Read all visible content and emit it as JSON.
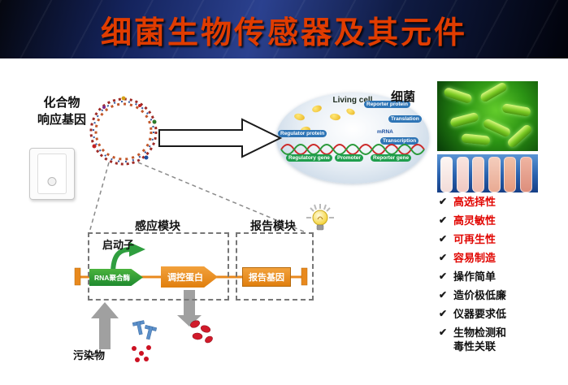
{
  "title": "细菌生物传感器及其元件",
  "left_panel": {
    "compound_line1": "化合物",
    "compound_line2": "响应基因"
  },
  "cell": {
    "bacteria_label": "细菌",
    "title": "Living cell",
    "regulator_protein": "Regulator protein",
    "reporter_protein": "Reporter protein",
    "translation": "Translation",
    "mrna": "mRNA",
    "transcription": "Transcription",
    "regulatory_gene": "Regulatory gene",
    "promoter": "Promoter",
    "reporter_gene": "Reporter gene"
  },
  "circuit": {
    "sensing_module": "感应模块",
    "reporter_module": "报告模块",
    "promoter_label": "启动子",
    "rna_polymerase": "RNA聚合酶",
    "regulatory_protein": "调控蛋白",
    "reporter_gene": "报告基因",
    "pollutant": "污染物"
  },
  "features": [
    {
      "label": "高选择性",
      "color": "red"
    },
    {
      "label": "高灵敏性",
      "color": "red"
    },
    {
      "label": "可再生性",
      "color": "red"
    },
    {
      "label": "容易制造",
      "color": "red"
    },
    {
      "label": "操作简单",
      "color": "black"
    },
    {
      "label": "造价极低廉",
      "color": "black"
    },
    {
      "label": "仪器要求低",
      "color": "black"
    },
    {
      "label": "生物检测和毒性关联",
      "color": "black"
    }
  ],
  "icons": {
    "check": "✔"
  },
  "colors": {
    "title_red": "#e03c00",
    "feature_red": "#e10500",
    "module_orange": "#e8891d",
    "module_green": "#2f9e3f",
    "label_blue": "#2e75b6",
    "gene_green": "#1f9e4d"
  }
}
